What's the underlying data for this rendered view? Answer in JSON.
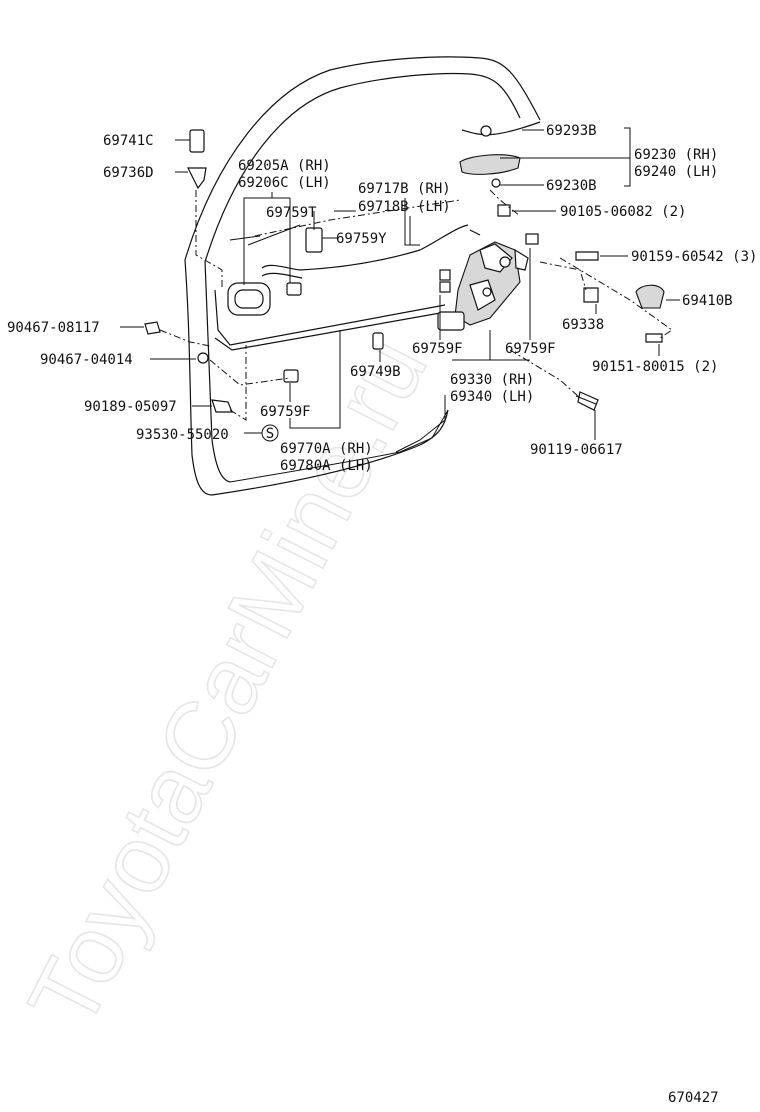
{
  "watermark": "ToyotaCarMine.ru",
  "diagram_code": "670427",
  "callouts": {
    "p69741C": "69741C",
    "p69736D": "69736D",
    "p69205A": "69205A (RH)",
    "p69206C": "69206C (LH)",
    "p69759T": "69759T",
    "p69717B": "69717B (RH)",
    "p69718B": "69718B (LH)",
    "p69759Y": "69759Y",
    "p69293B": "69293B",
    "p69230": "69230 (RH)",
    "p69240": "69240 (LH)",
    "p69230B": "69230B",
    "p90105": "90105-06082 (2)",
    "p90159": "90159-60542 (3)",
    "p69410B": "69410B",
    "p69338": "69338",
    "p90151": "90151-80015 (2)",
    "p90467a": "90467-08117",
    "p90467b": "90467-04014",
    "p69759F_a": "69759F",
    "p69759F_b": "69759F",
    "p69749B": "69749B",
    "p69330": "69330 (RH)",
    "p69340": "69340 (LH)",
    "p90189": "90189-05097",
    "p69759F_c": "69759F",
    "p93530": "93530-55020",
    "s_mark": "S",
    "p69770A": "69770A (RH)",
    "p69780A": "69780A (LH)",
    "p90119": "90119-06617"
  }
}
